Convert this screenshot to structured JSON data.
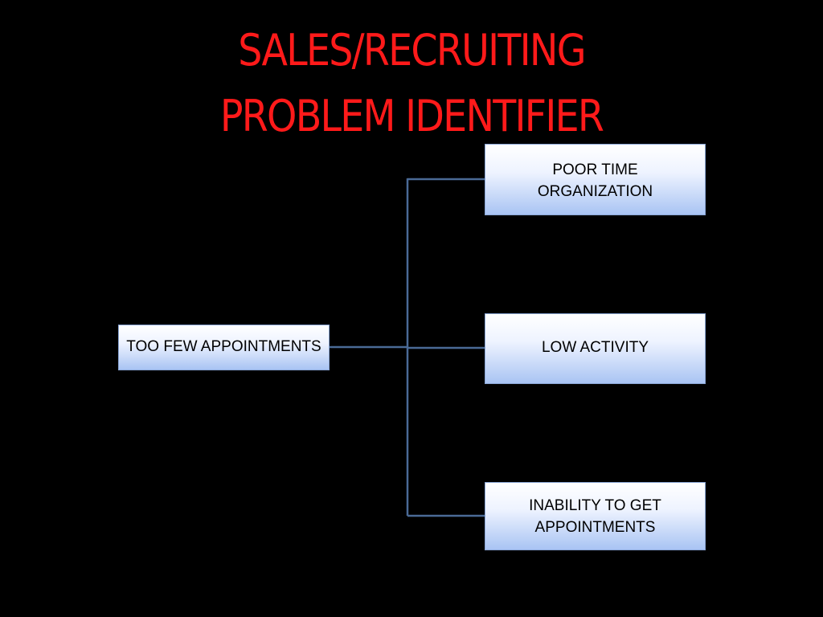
{
  "title": {
    "line1": "SALES/RECRUITING",
    "line2": "PROBLEM IDENTIFIER"
  },
  "colors": {
    "background": "#000000",
    "title": "#ff1a1a",
    "connector": "#4a6a96",
    "box_top": "#ffffff",
    "box_bottom": "#a9c4f3"
  },
  "diagram": {
    "root": {
      "label": "TOO FEW APPOINTMENTS"
    },
    "children": [
      {
        "line1": "POOR TIME",
        "line2": "ORGANIZATION"
      },
      {
        "line1": "LOW ACTIVITY"
      },
      {
        "line1": "INABILITY TO GET",
        "line2": "APPOINTMENTS"
      }
    ]
  }
}
